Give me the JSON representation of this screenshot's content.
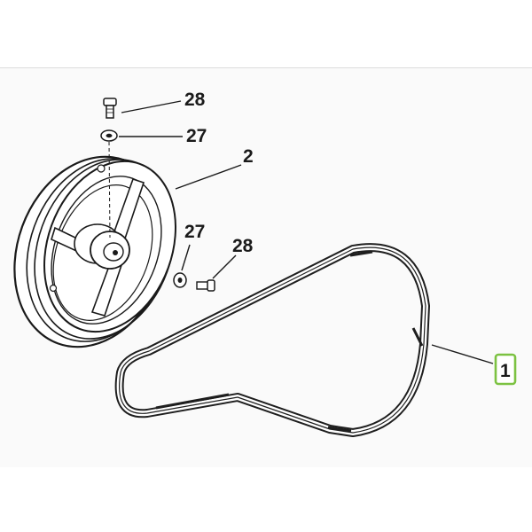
{
  "diagram": {
    "parts": [
      {
        "id": "bolt-top",
        "number": "28"
      },
      {
        "id": "washer-top",
        "number": "27"
      },
      {
        "id": "pulley",
        "number": "2"
      },
      {
        "id": "washer-side",
        "number": "27"
      },
      {
        "id": "bolt-side",
        "number": "28"
      },
      {
        "id": "belt",
        "number": "1",
        "highlight_color": "#7cc242"
      }
    ],
    "colors": {
      "line": "#1a1a1a",
      "belt": "#1e1e1e",
      "highlight": "#7cc242"
    }
  }
}
